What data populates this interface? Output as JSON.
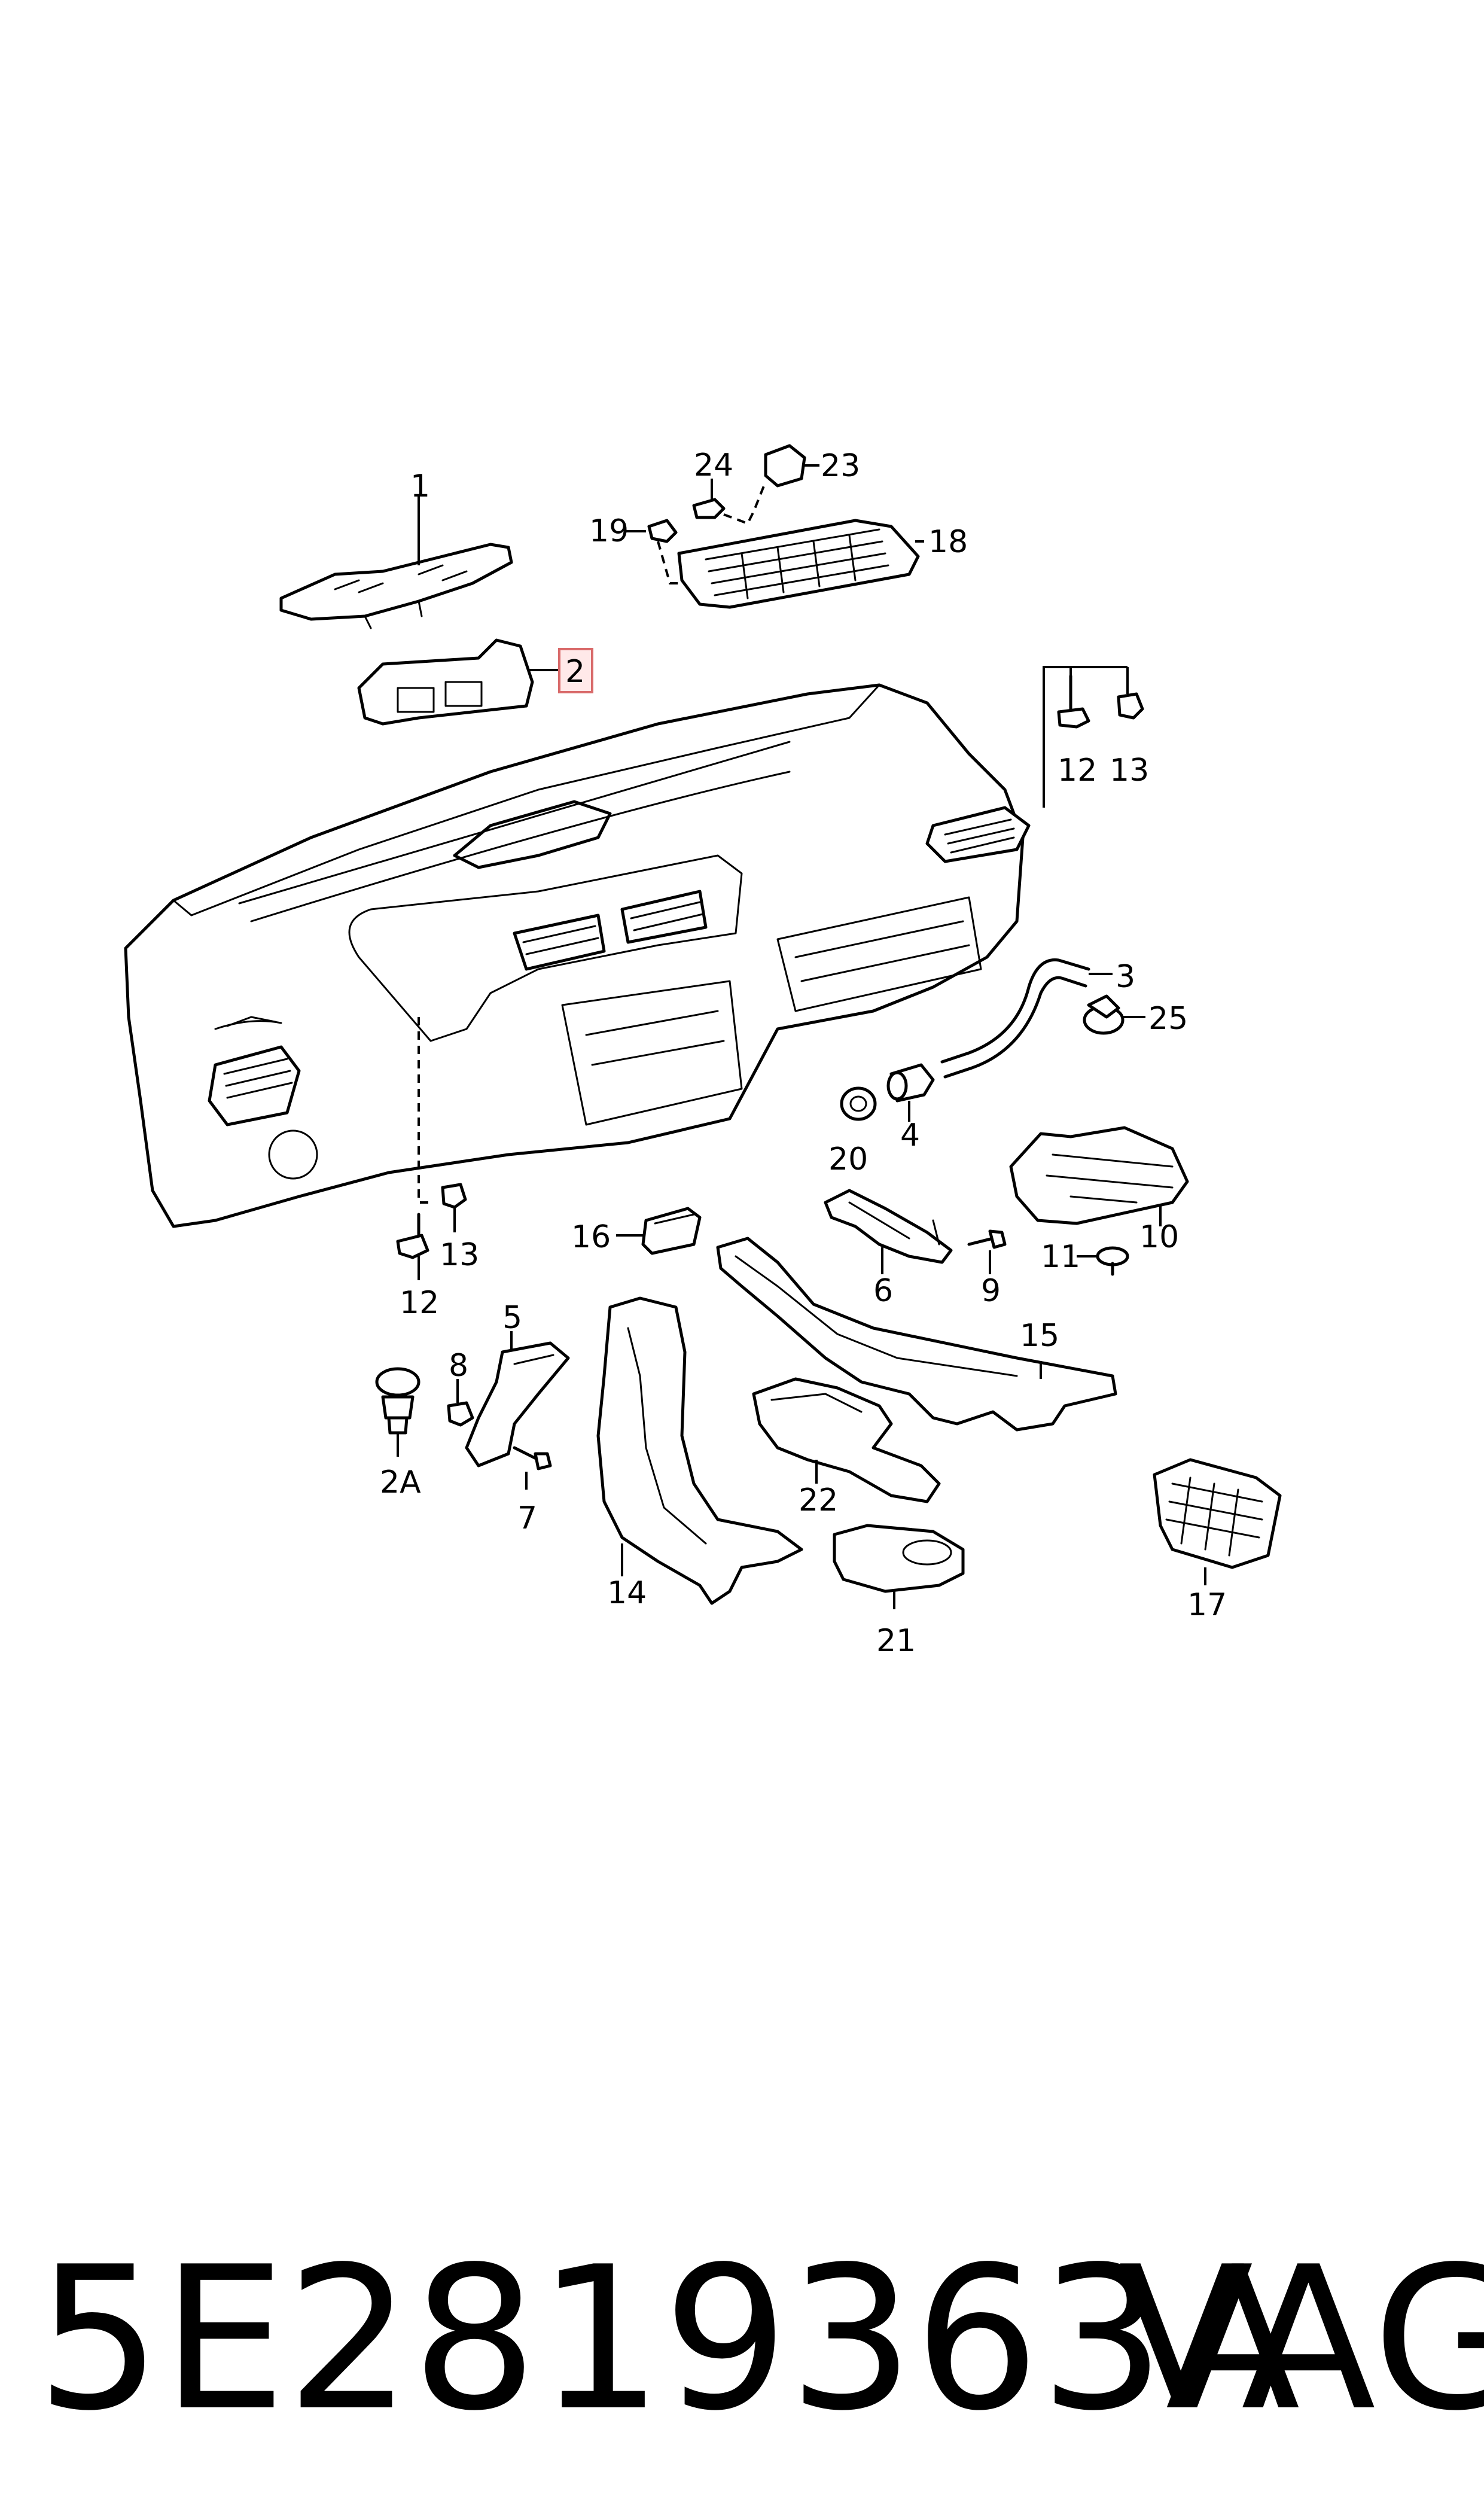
{
  "callouts": {
    "c1": "1",
    "c2": "2",
    "c3": "3",
    "c4": "4",
    "c5": "5",
    "c6": "6",
    "c7": "7",
    "c8": "8",
    "c9": "9",
    "c10": "10",
    "c11": "11",
    "c12a": "12",
    "c12b": "12",
    "c13a": "13",
    "c13b": "13",
    "c14": "14",
    "c15": "15",
    "c16": "16",
    "c17": "17",
    "c18": "18",
    "c19": "19",
    "c20": "20",
    "c21": "21",
    "c22": "22",
    "c23": "23",
    "c24": "24",
    "c25": "25",
    "c2a": "2A"
  },
  "highlighted_callout": "2",
  "highlight_color": "#d96a6a",
  "footer": {
    "part_number": "5E2819363A",
    "brand": "VAG"
  }
}
